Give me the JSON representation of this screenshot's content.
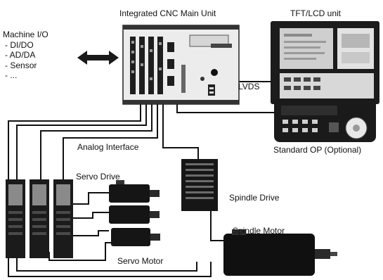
{
  "labels": {
    "main_unit": "Integrated CNC Main Unit",
    "tft_unit": "TFT/LCD unit",
    "lvds": "LVDS",
    "standard_op": "Standard OP (Optional)",
    "analog_interface": "Analog Interface",
    "servo_drive": "Servo Drive",
    "servo_motor": "Servo Motor",
    "spindle_drive": "Spindle Drive",
    "spindle_motor": "Spindle Motor"
  },
  "machine_io": {
    "title": "Machine I/O",
    "items": [
      "DI/DO",
      "AD/DA",
      "Sensor",
      "..."
    ]
  },
  "colors": {
    "ink": "#111111",
    "panel_dark": "#1c1c1c",
    "panel_light": "#e9e9e9",
    "screen": "#cfcfcf"
  },
  "icons": {
    "io_connection": "double-headed-arrow"
  }
}
